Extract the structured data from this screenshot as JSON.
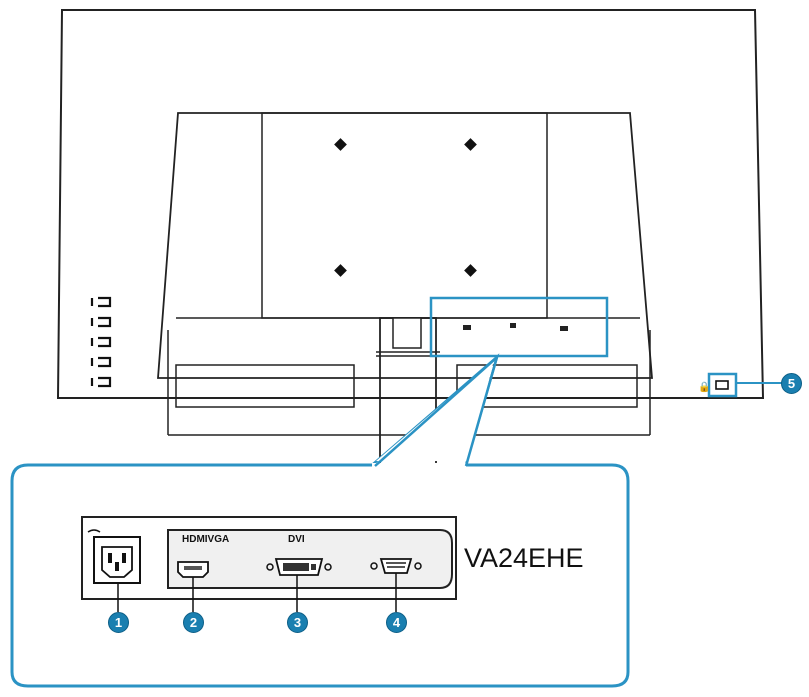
{
  "model": "VA24EHE",
  "ports": {
    "hdmi_vga_label": "HDMIVGA",
    "dvi_label": "DVI"
  },
  "callouts": [
    {
      "number": "1",
      "meaning": "AC power in"
    },
    {
      "number": "2",
      "meaning": "HDMI/VGA port"
    },
    {
      "number": "3",
      "meaning": "DVI port"
    },
    {
      "number": "4",
      "meaning": "VGA port"
    },
    {
      "number": "5",
      "meaning": "Kensington lock"
    }
  ],
  "colors": {
    "accent": "#2b93c4",
    "badge": "#1a7fb0",
    "outline": "#222222"
  }
}
